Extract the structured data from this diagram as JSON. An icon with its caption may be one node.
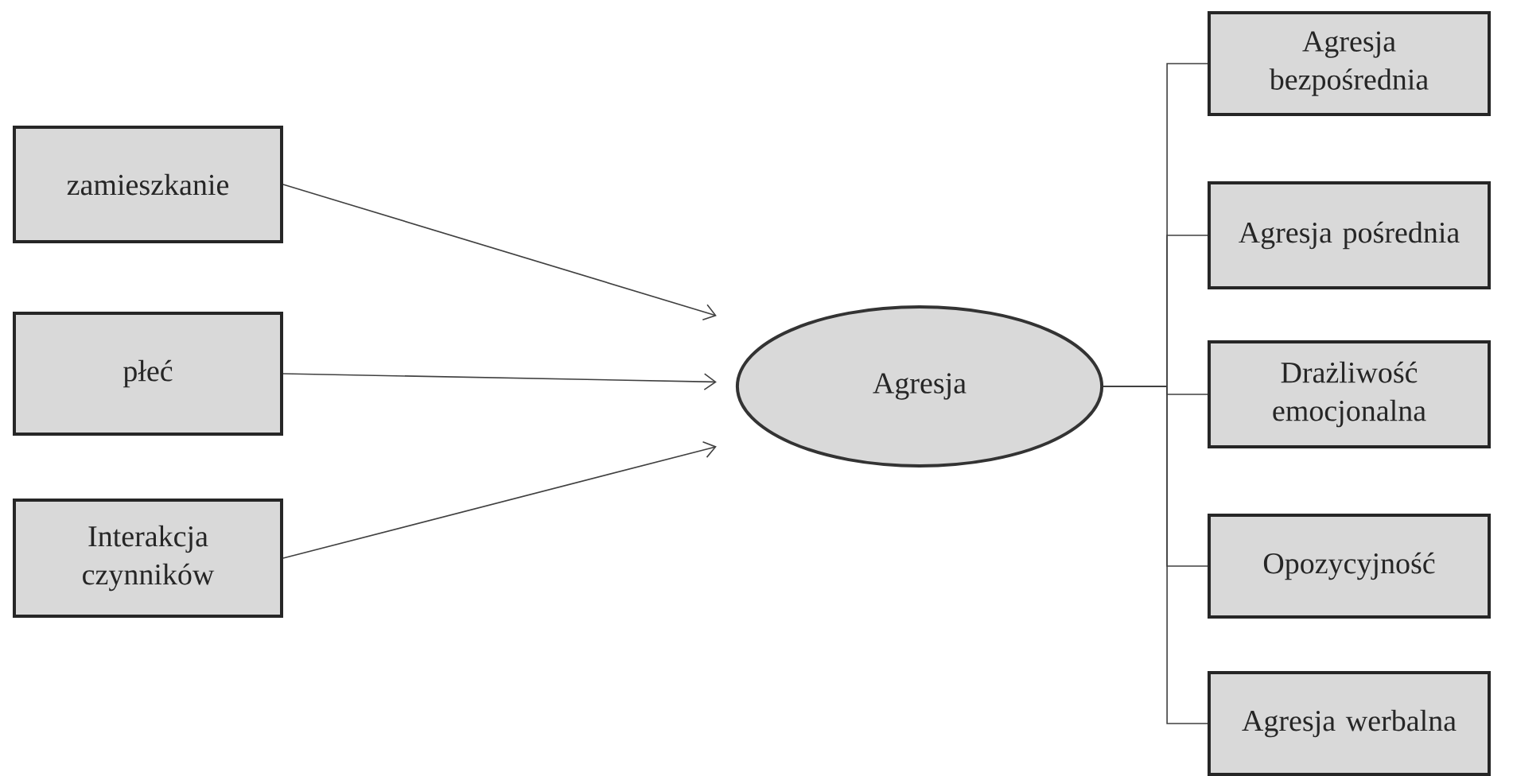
{
  "diagram": {
    "nodes": [
      {
        "text": [
          "zamieszkanie"
        ]
      },
      {
        "text": [
          "płeć"
        ]
      },
      {
        "text": [
          "Interakcja czynników"
        ]
      },
      {
        "text": [
          "Agresja"
        ]
      },
      {
        "text": [
          "Agresja bezpośrednia"
        ]
      },
      {
        "text": [
          "Agresja pośrednia"
        ]
      },
      {
        "text": [
          "Drażliwość emocjonalna"
        ]
      },
      {
        "text": [
          "Opozycyjność"
        ]
      },
      {
        "text": [
          "Agresja werbalna"
        ]
      }
    ],
    "edges": [
      {
        "from": 0,
        "to": 3,
        "arrow": "to"
      },
      {
        "from": 1,
        "to": 3,
        "arrow": "to"
      },
      {
        "from": 2,
        "to": 3,
        "arrow": "to"
      },
      {
        "from": 3,
        "to": 4,
        "arrow": "none"
      },
      {
        "from": 3,
        "to": 5,
        "arrow": "none"
      },
      {
        "from": 3,
        "to": 6,
        "arrow": "none"
      },
      {
        "from": 3,
        "to": 7,
        "arrow": "none"
      },
      {
        "from": 3,
        "to": 8,
        "arrow": "none"
      }
    ]
  }
}
